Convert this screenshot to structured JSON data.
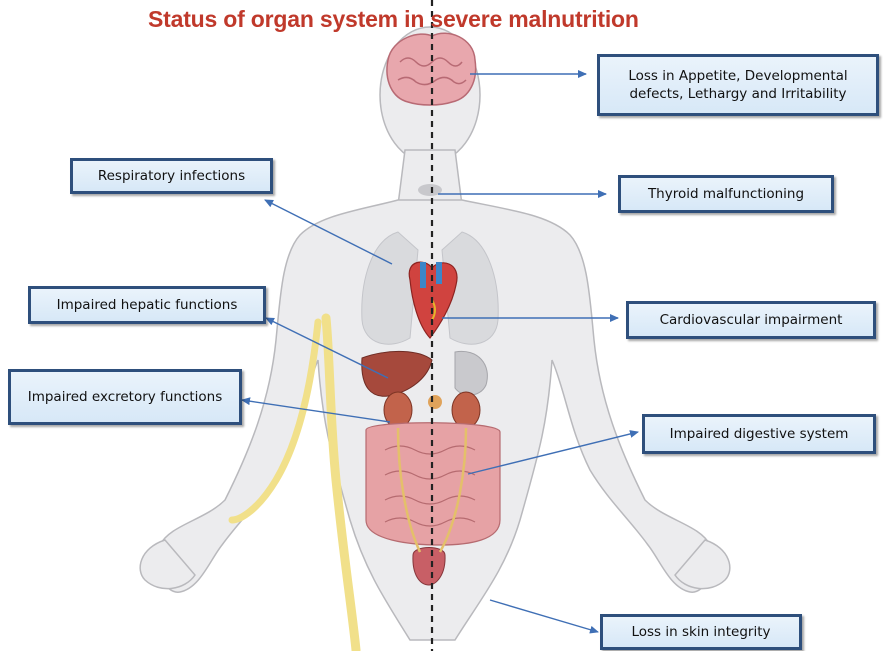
{
  "title": "Status of organ system in severe malnutrition",
  "labels": {
    "brain": "Loss in Appetite, Developmental defects, Lethargy and Irritability",
    "respiratory": "Respiratory infections",
    "thyroid": "Thyroid malfunctioning",
    "hepatic": "Impaired hepatic functions",
    "cardio": "Cardiovascular impairment",
    "excretory": "Impaired excretory functions",
    "digestive": "Impaired digestive system",
    "skin": "Loss in skin integrity"
  },
  "colors": {
    "title": "#c0392b",
    "box_border": "#2e4f7c",
    "box_fill": "#dde9f6",
    "arrow": "#3f6fb5",
    "body_fill": "#ececee",
    "body_outline": "#b9b9bd"
  }
}
